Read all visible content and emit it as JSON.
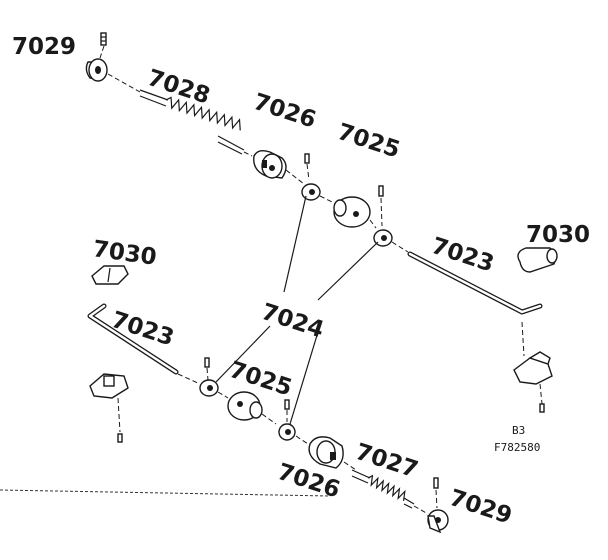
{
  "labels": {
    "p7029_top": "7029",
    "p7028": "7028",
    "p7026_top": "7026",
    "p7025_top": "7025",
    "p7030_right": "7030",
    "p7030_left": "7030",
    "p7023_right": "7023",
    "p7023_left": "7023",
    "p7024": "7024",
    "p7025_bottom": "7025",
    "p7026_bottom": "7026",
    "p7027": "7027",
    "p7029_bottom": "7029"
  },
  "codes": {
    "sheet": "B3",
    "figure": "F782580"
  }
}
